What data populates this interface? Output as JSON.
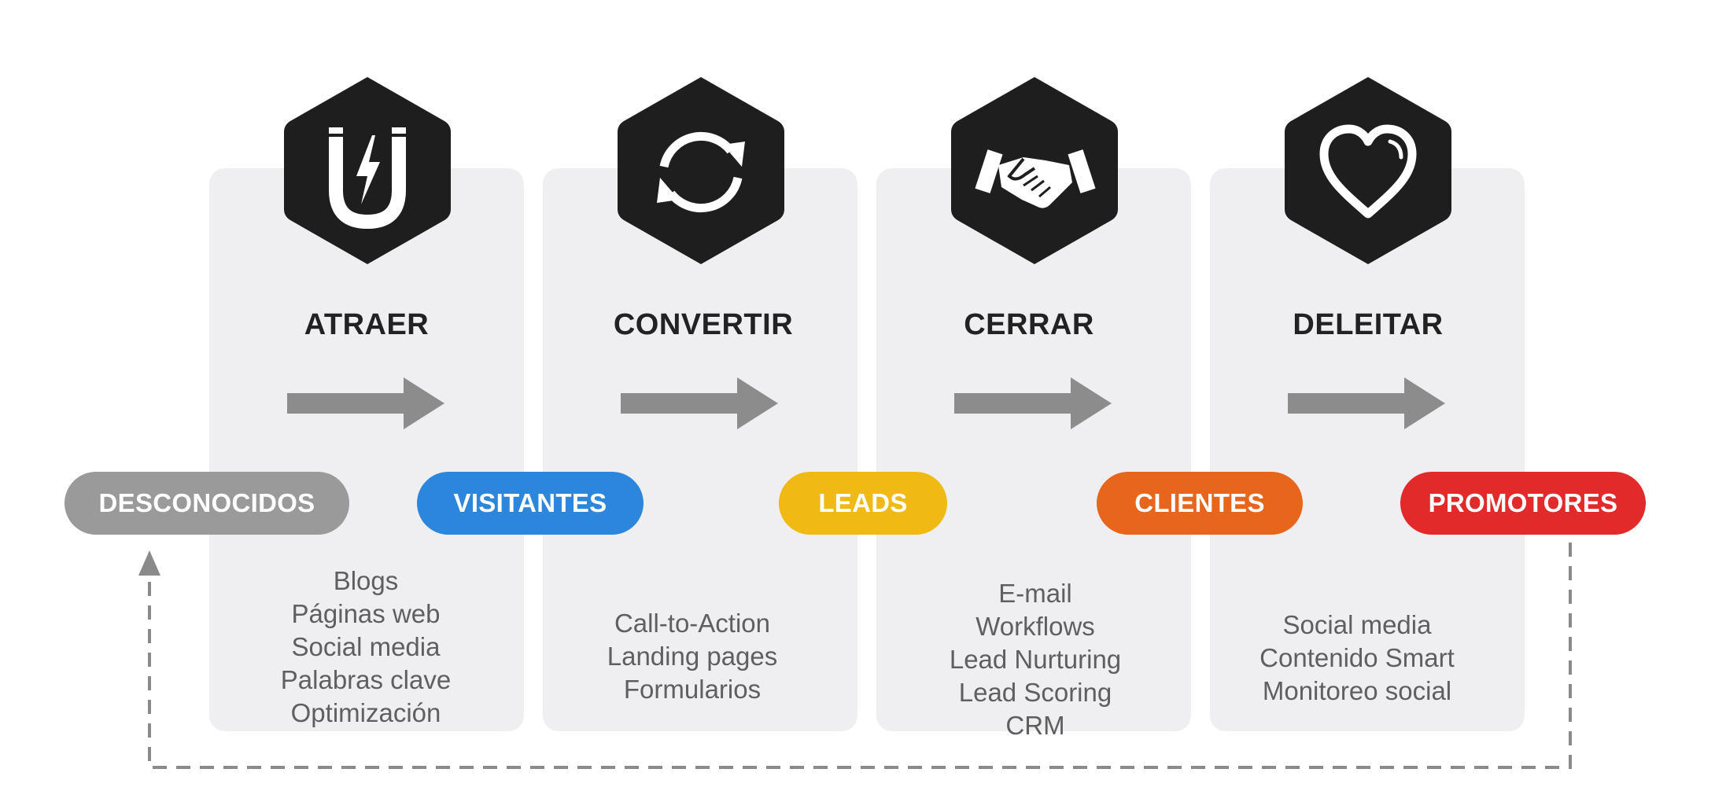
{
  "stages": [
    {
      "title": "ATRAER",
      "icon": "magnet-icon",
      "items": [
        "Blogs",
        "Páginas web",
        "Social media",
        "Palabras clave",
        "Optimización"
      ]
    },
    {
      "title": "CONVERTIR",
      "icon": "refresh-icon",
      "items": [
        "Call-to-Action",
        "Landing pages",
        "Formularios"
      ]
    },
    {
      "title": "CERRAR",
      "icon": "handshake-icon",
      "items": [
        "E-mail",
        "Workflows",
        "Lead Nurturing",
        "Lead Scoring",
        "CRM"
      ]
    },
    {
      "title": "DELEITAR",
      "icon": "heart-icon",
      "items": [
        "Social media",
        "Contenido Smart",
        "Monitoreo social"
      ]
    }
  ],
  "segments": [
    {
      "label": "DESCONOCIDOS",
      "color": "#9a9a9a"
    },
    {
      "label": "VISITANTES",
      "color": "#2b86dc"
    },
    {
      "label": "LEADS",
      "color": "#f0b914"
    },
    {
      "label": "CLIENTES",
      "color": "#e8651c"
    },
    {
      "label": "PROMOTORES",
      "color": "#e32a2a"
    }
  ],
  "colors": {
    "panel": "#efeff1",
    "hexagon": "#1e1e1e",
    "arrow": "#8c8c8c",
    "title_text": "#222222",
    "item_text": "#5f5f5f",
    "loop_line": "#8a8a8a"
  }
}
